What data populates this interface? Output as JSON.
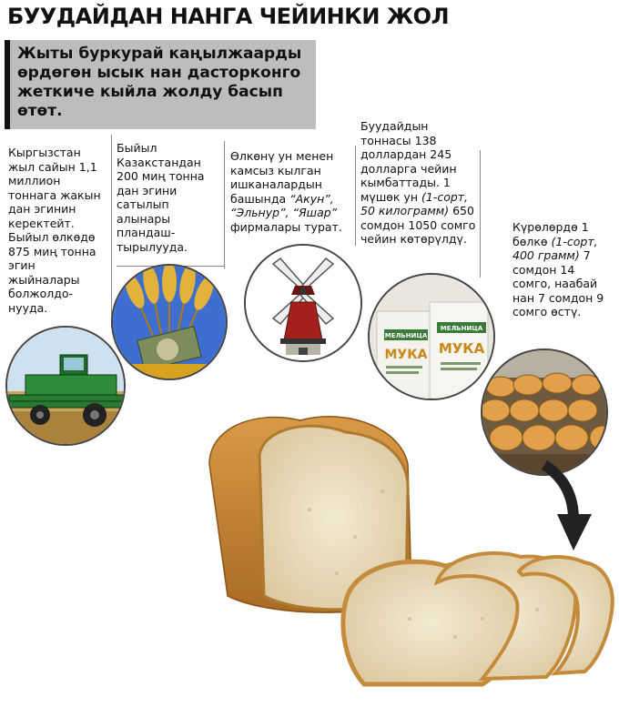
{
  "title": "БУУДАЙДАН НАНГА ЧЕЙИНКИ ЖОЛ",
  "subtitle": "Жыты буркурай каңылжаарды өрдөгөн ысык нан дасторконго жеткиче кыйла жолду басып өтөт.",
  "steps": {
    "s1": "Кыргызстан жыл сайын 1,1 миллион тоннага жакын дан эгинин керектейт. Быйыл өлкөдө 875 миң тонна эгин жыйналары болжолдо- нууда.",
    "s2": "Быйыл Казакстандан 200 миң тонна дан эгини сатылып алынары пландаш- тырылууда.",
    "s3_a": "Өлкөнү ун менен камсыз кылган ишканалардын башында ",
    "s3_b": "“Акун”, “Эльнур”, “Яшар”",
    "s3_c": " фирмалары турат.",
    "s4_a": "Буудайдын тоннасы 138 доллардан 245 долларга чейин кымбаттады.  1 мүшөк ун ",
    "s4_b": "(1-сорт, 50 килограмм)",
    "s4_c": " 650 сомдон 1050 сомго чейин көтөрүлдү.",
    "s5_a": "Күрөлөрдө 1 бөлкө ",
    "s5_b": "(1-сорт, 400 грамм)",
    "s5_c": " 7 сомдон 14 сомго, наабай нан 7 сомдон 9 сомго өстү."
  },
  "images": {
    "combine": "combine-harvester-icon",
    "wheat": "wheat-dollar-icon",
    "mill": "windmill-icon",
    "flour": "flour-sacks-icon",
    "buns": "bread-buns-icon",
    "bread": "bread-loaf-icon"
  },
  "flour_sacks": {
    "brand": "МЕЛЬНИЦА",
    "product": "МУКА"
  },
  "colors": {
    "subtitle_bg": "#bdbdbd",
    "combine_green": "#2e8b3a",
    "wheat_gold": "#d8a21e",
    "mill_red": "#a3201c",
    "bread_crust": "#c98a3a"
  }
}
